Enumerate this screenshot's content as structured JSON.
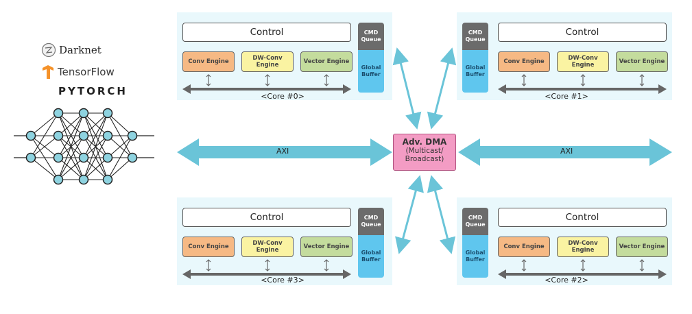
{
  "frameworks": {
    "darknet": "Darknet",
    "tensorflow": "TensorFlow",
    "pytorch": "PYTORCH"
  },
  "neural_network": {
    "layers": [
      2,
      4,
      4,
      4,
      2
    ],
    "node_color": "#8ed3e0"
  },
  "cores": [
    {
      "label": "<Core #0>",
      "control": "Control",
      "engines": [
        "Conv Engine",
        "DW-Conv Engine",
        "Vector Engine"
      ],
      "cmd_queue": "CMD Queue",
      "global_buffer": "Global Buffer",
      "side": "right"
    },
    {
      "label": "<Core #1>",
      "control": "Control",
      "engines": [
        "Conv Engine",
        "DW-Conv Engine",
        "Vector Engine"
      ],
      "cmd_queue": "CMD Queue",
      "global_buffer": "Global Buffer",
      "side": "left"
    },
    {
      "label": "<Core #3>",
      "control": "Control",
      "engines": [
        "Conv Engine",
        "DW-Conv Engine",
        "Vector Engine"
      ],
      "cmd_queue": "CMD Queue",
      "global_buffer": "Global Buffer",
      "side": "right"
    },
    {
      "label": "<Core #2>",
      "control": "Control",
      "engines": [
        "Conv Engine",
        "DW-Conv Engine",
        "Vector Engine"
      ],
      "cmd_queue": "CMD Queue",
      "global_buffer": "Global Buffer",
      "side": "left"
    }
  ],
  "dma": {
    "title": "Adv. DMA",
    "line1": "(Multicast/",
    "line2": "Broadcast)"
  },
  "axi": {
    "left": "AXI",
    "right": "AXI"
  },
  "colors": {
    "axi_arrow": "#6ac4d8",
    "dma_fill": "#f39cc4",
    "conv": "#f6b984",
    "dw_conv": "#faf3a2",
    "vector": "#c4dc9d",
    "cmd_queue": "#6b6b6b",
    "global_buffer": "#5fc6ee",
    "panel": "#e9f8fc"
  }
}
